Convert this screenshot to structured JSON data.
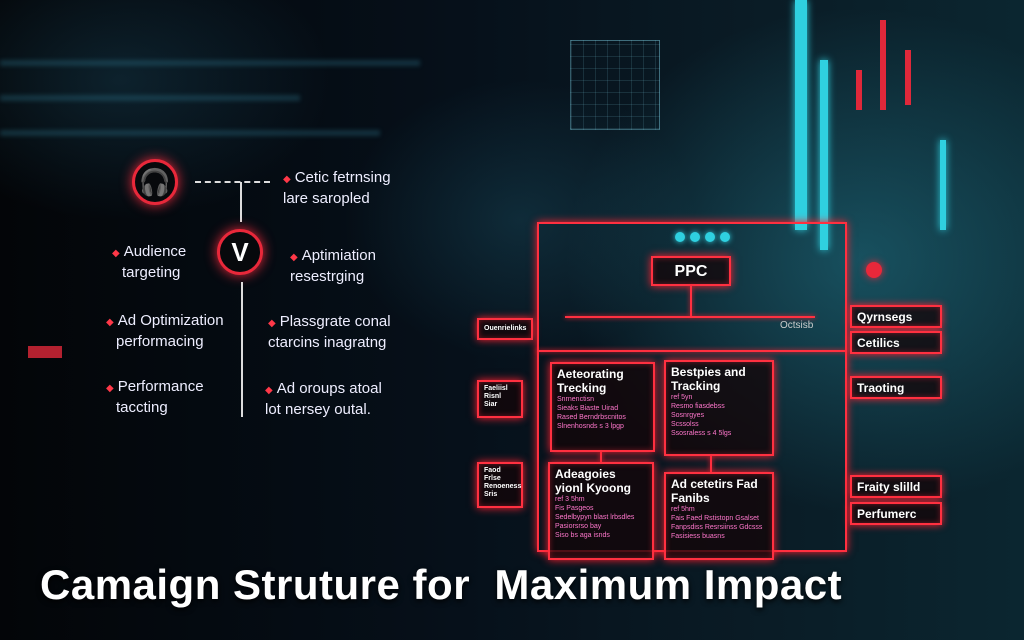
{
  "diagram": {
    "callout": [
      "Cetic fetrnsing",
      "lare saropled"
    ],
    "center_node": "V",
    "left_items": [
      [
        "Audience",
        "targeting"
      ],
      [
        "Ad Optimization",
        "performacing"
      ],
      [
        "Performance",
        "taccting"
      ]
    ],
    "right_items": [
      [
        "Aptimiation",
        "resestrging"
      ],
      [
        "Plassgrate conal",
        "ctarcins inagratng"
      ],
      [
        "Ad oroups atoal",
        "lot nersey outal."
      ]
    ]
  },
  "panel": {
    "root": "PPC",
    "branch_label": "Octsisb",
    "boxes": [
      {
        "title": "Aeteorating Trecking",
        "sub": "Snrnenctisn",
        "lines": [
          "Sieaks Biaste Uirad",
          "Rased Berndrbscnitos",
          "Slnenhosnds  s 3 lpgp"
        ]
      },
      {
        "title": "Bestpies and Tracking",
        "sub": "ref 5yn",
        "lines": [
          "Resmo fiasdebss",
          "Sosnrgyes",
          "Scssolss",
          "Ssosraless  s 4 5lgs"
        ]
      },
      {
        "title": "Adeagoies yionl Kyoong",
        "sub": "ref 3 5hm",
        "lines": [
          "Fis Pasgeos",
          "Sedelbypyn blast lrbsdles",
          "Pasiorsrso bay",
          "Siso bs aga isnds"
        ]
      },
      {
        "title": "Ad cetetirs Fad Fanibs",
        "sub": "ref 5hm",
        "lines": [
          "Fais Faed Rstistopn Gsalset",
          "Fanpsdiss Resrsiinss Gdcsss",
          "Fasisiess buasns"
        ]
      }
    ],
    "left_tags": [
      "Ouenrielinks",
      "Faeliisl Risnl Siar",
      "Faod Frlse Renoeness Sris"
    ],
    "right_tags": [
      "Qyrnsegs",
      "Cetilics",
      "Traoting",
      "Fraity slilld",
      "Perfumerc"
    ]
  },
  "title": "Camaign Struture for  Maximum Impact"
}
